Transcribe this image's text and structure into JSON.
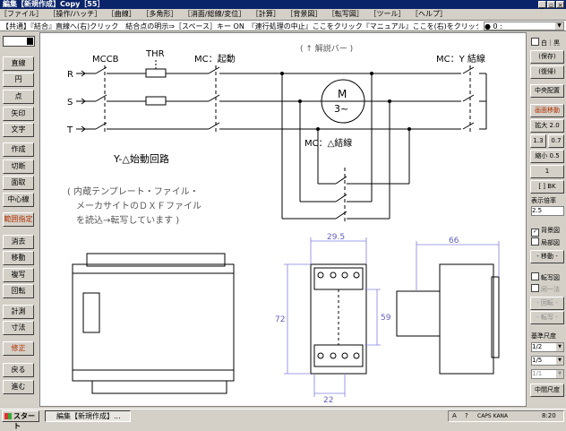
{
  "window": {
    "title": "編集【新規作成】Copy［55］",
    "controls": [
      "_",
      "▫",
      "×"
    ]
  },
  "menu": [
    "［ファイル］",
    "［操作/ハッチ］",
    "［曲線］",
    "［多角形］",
    "［消面/総線/変位］",
    "［計算］",
    "［背景図］",
    "［転写図］",
    "［ツール］",
    "［ヘルプ］"
  ],
  "infobar": {
    "text": "【共通】『結合』直線へ(右)クリック　結合点の明示⇒［スペース］キー ON　『連行処理の中止』ここをクリック『マニュアル』ここを(右)をクリック",
    "combo_value": "● 0 :"
  },
  "left_tools": [
    "直線",
    "円",
    "点",
    "矢印",
    "文字",
    "作成",
    "切断",
    "面取",
    "中心線",
    "範囲指定",
    "消去",
    "移動",
    "複写",
    "回転",
    "計測",
    "寸法",
    "修正",
    "戻る",
    "進む"
  ],
  "right_panel": {
    "chk_white_black": "白｜黒",
    "save_btn": "(保存)",
    "restore_btn": "(復帰)",
    "center_btn": "中央配置",
    "screen_move_btn": "画面移動",
    "zoom_in_btn": "拡大 2.0",
    "zoom_a": "1.3",
    "zoom_b": "0.7",
    "zoom_out_btn": "縮小 0.5",
    "one_btn": "1",
    "fit_btn": "[ ] BK",
    "display_ratio_label": "表示倍率",
    "display_ratio_value": "2.5",
    "chk_bg": "背景図",
    "chk_partial": "局部図",
    "move_btn": "- 移動 -",
    "chk_transfer": "転写図",
    "chk_same": "同一法",
    "rotate_btn": "- 回転 -",
    "rotate2_btn": "- 転写 -",
    "scale_label": "基準尺度",
    "scale1": "1/2",
    "scale2": "1/5",
    "scale3": "1/1",
    "mid_scale_btn": "中間尺度"
  },
  "drawing": {
    "label_mccb": "MCCB",
    "label_thr": "THR",
    "label_mc_start": "MC：起動",
    "label_comment": "( ↑ 解説バー )",
    "label_mc_star": "MC：Y 結線",
    "label_mc_delta": "MC：△結線",
    "label_r": "R",
    "label_s": "S",
    "label_t": "T",
    "motor_m": "M",
    "motor_3": "3~",
    "circuit_title": "Y-△始動回路",
    "note_line1": "( 内蔵テンプレート・ファイル・",
    "note_line2": "メーカサイトのＤＸＦファイル",
    "note_line3": "を読込→転写しています )",
    "dim_29_5": "29.5",
    "dim_66": "66",
    "dim_72": "72",
    "dim_59": "59",
    "dim_22": "22"
  },
  "taskbar": {
    "start": "スタート",
    "task": "編集【新規作成】...",
    "clock": "8:20",
    "tray_a": "A",
    "tray_help": "?",
    "tray_caps": "CAPS KANA"
  }
}
